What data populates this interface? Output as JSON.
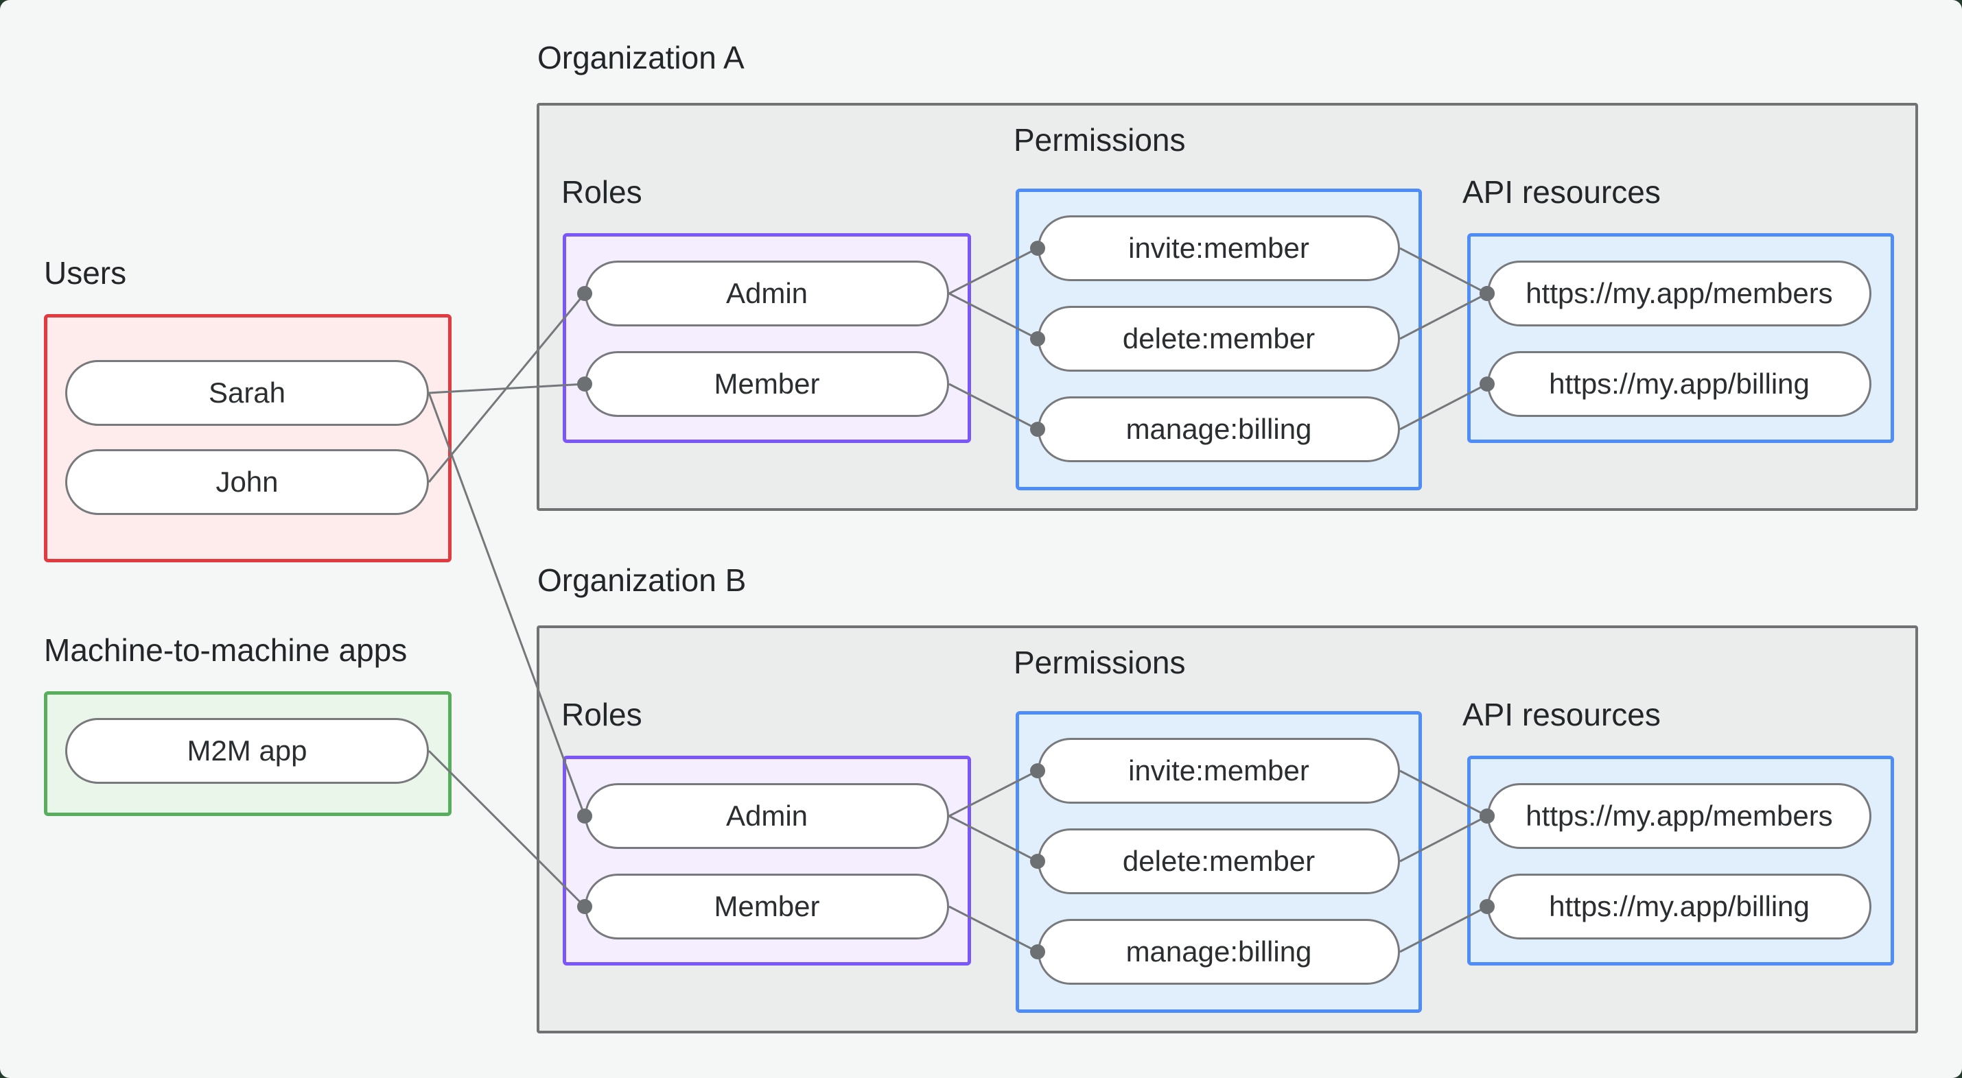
{
  "page": {
    "background_color": "#f5f7f6",
    "backdrop_color": "#223b2c"
  },
  "users_group": {
    "label": "Users",
    "border_color": "#e23a3e",
    "fill_color": "#fdeceb",
    "items": [
      {
        "id": "sarah",
        "label": "Sarah"
      },
      {
        "id": "john",
        "label": "John"
      }
    ]
  },
  "m2m_group": {
    "label": "Machine-to-machine apps",
    "border_color": "#58ae5c",
    "fill_color": "#eaf6ea",
    "items": [
      {
        "id": "m2m",
        "label": "M2M app"
      }
    ]
  },
  "organizations": [
    {
      "id": "a",
      "label": "Organization A",
      "roles": {
        "label": "Roles",
        "border_color": "#7b56f8",
        "fill_color": "#f4eefe",
        "items": [
          "Admin",
          "Member"
        ]
      },
      "permissions": {
        "label": "Permissions",
        "border_color": "#4e8cf8",
        "fill_color": "#e1effd",
        "items": [
          "invite:member",
          "delete:member",
          "manage:billing"
        ]
      },
      "api_resources": {
        "label": "API resources",
        "border_color": "#4e8cf8",
        "fill_color": "#e1effd",
        "items": [
          "https://my.app/members",
          "https://my.app/billing"
        ]
      }
    },
    {
      "id": "b",
      "label": "Organization B",
      "roles": {
        "label": "Roles",
        "border_color": "#7b56f8",
        "fill_color": "#f4eefe",
        "items": [
          "Admin",
          "Member"
        ]
      },
      "permissions": {
        "label": "Permissions",
        "border_color": "#4e8cf8",
        "fill_color": "#e1effd",
        "items": [
          "invite:member",
          "delete:member",
          "manage:billing"
        ]
      },
      "api_resources": {
        "label": "API resources",
        "border_color": "#4e8cf8",
        "fill_color": "#e1effd",
        "items": [
          "https://my.app/members",
          "https://my.app/billing"
        ]
      }
    }
  ],
  "edges": [
    {
      "from": "sarah",
      "to": "a.member"
    },
    {
      "from": "john",
      "to": "a.admin"
    },
    {
      "from": "sarah",
      "to": "b.admin"
    },
    {
      "from": "m2m",
      "to": "b.member"
    },
    {
      "from": "a.admin",
      "to": "a.invite"
    },
    {
      "from": "a.admin",
      "to": "a.delete"
    },
    {
      "from": "a.member",
      "to": "a.manage"
    },
    {
      "from": "a.invite",
      "to": "a.members"
    },
    {
      "from": "a.delete",
      "to": "a.members"
    },
    {
      "from": "a.manage",
      "to": "a.billing"
    },
    {
      "from": "b.admin",
      "to": "b.invite"
    },
    {
      "from": "b.admin",
      "to": "b.delete"
    },
    {
      "from": "b.member",
      "to": "b.manage"
    },
    {
      "from": "b.invite",
      "to": "b.members"
    },
    {
      "from": "b.delete",
      "to": "b.members"
    },
    {
      "from": "b.manage",
      "to": "b.billing"
    }
  ],
  "edge_style": {
    "line_color": "#75787b",
    "dot_color": "#6d7073"
  }
}
